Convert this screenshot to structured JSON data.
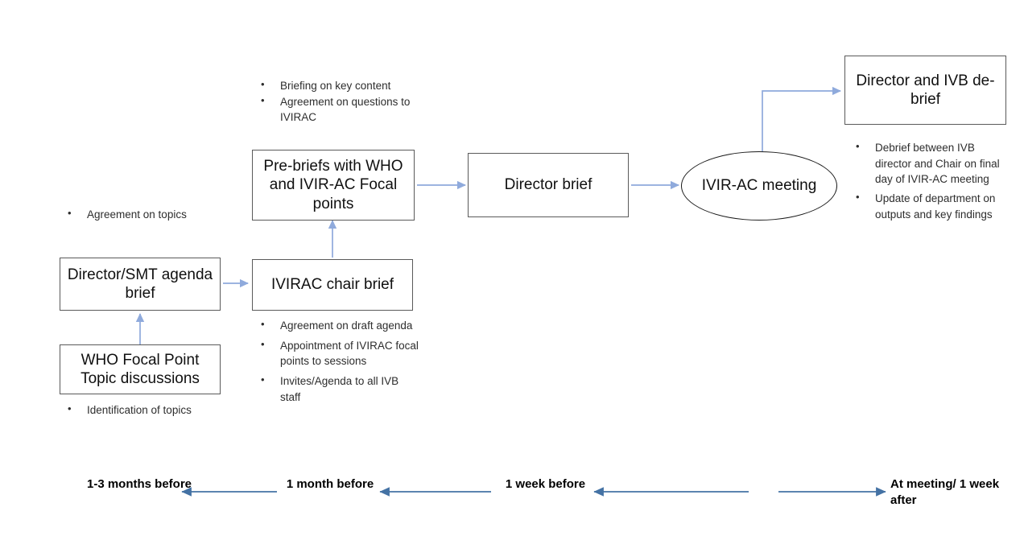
{
  "diagram": {
    "title": "IVIR-AC meeting preparation and follow-up process flow",
    "accent_arrow_color": "#8FAADC",
    "timeline_arrow_color": "#4472A4",
    "box_border_color": "#5A5A5A",
    "oval_border_color": "#1A1A1A"
  },
  "nodes": {
    "who_focal_point": "WHO Focal Point Topic discussions",
    "director_smt": "Director/SMT agenda brief",
    "ivirac_chair": "IVIRAC chair brief",
    "pre_briefs": "Pre-briefs with WHO and IVIR-AC Focal points",
    "director_brief": "Director brief",
    "ivirac_meeting": "IVIR-AC meeting",
    "debrief": "Director and IVB de-brief"
  },
  "bullets": {
    "who_focal_point": [
      "Identification of topics"
    ],
    "director_smt": [
      "Agreement on topics"
    ],
    "ivirac_chair": [
      "Agreement on draft agenda",
      "Appointment of IVIRAC focal points to sessions",
      "Invites/Agenda to all IVB staff"
    ],
    "pre_briefs": [
      "Briefing on key content",
      "Agreement on questions to IVIRAC"
    ],
    "debrief": [
      "Debrief between IVB director and Chair on final day of IVIR-AC meeting",
      "Update of department on outputs and key findings"
    ]
  },
  "timeline": {
    "labels": [
      "1-3 months before",
      "1 month before",
      "1 week before",
      "At meeting/ 1 week after"
    ]
  }
}
